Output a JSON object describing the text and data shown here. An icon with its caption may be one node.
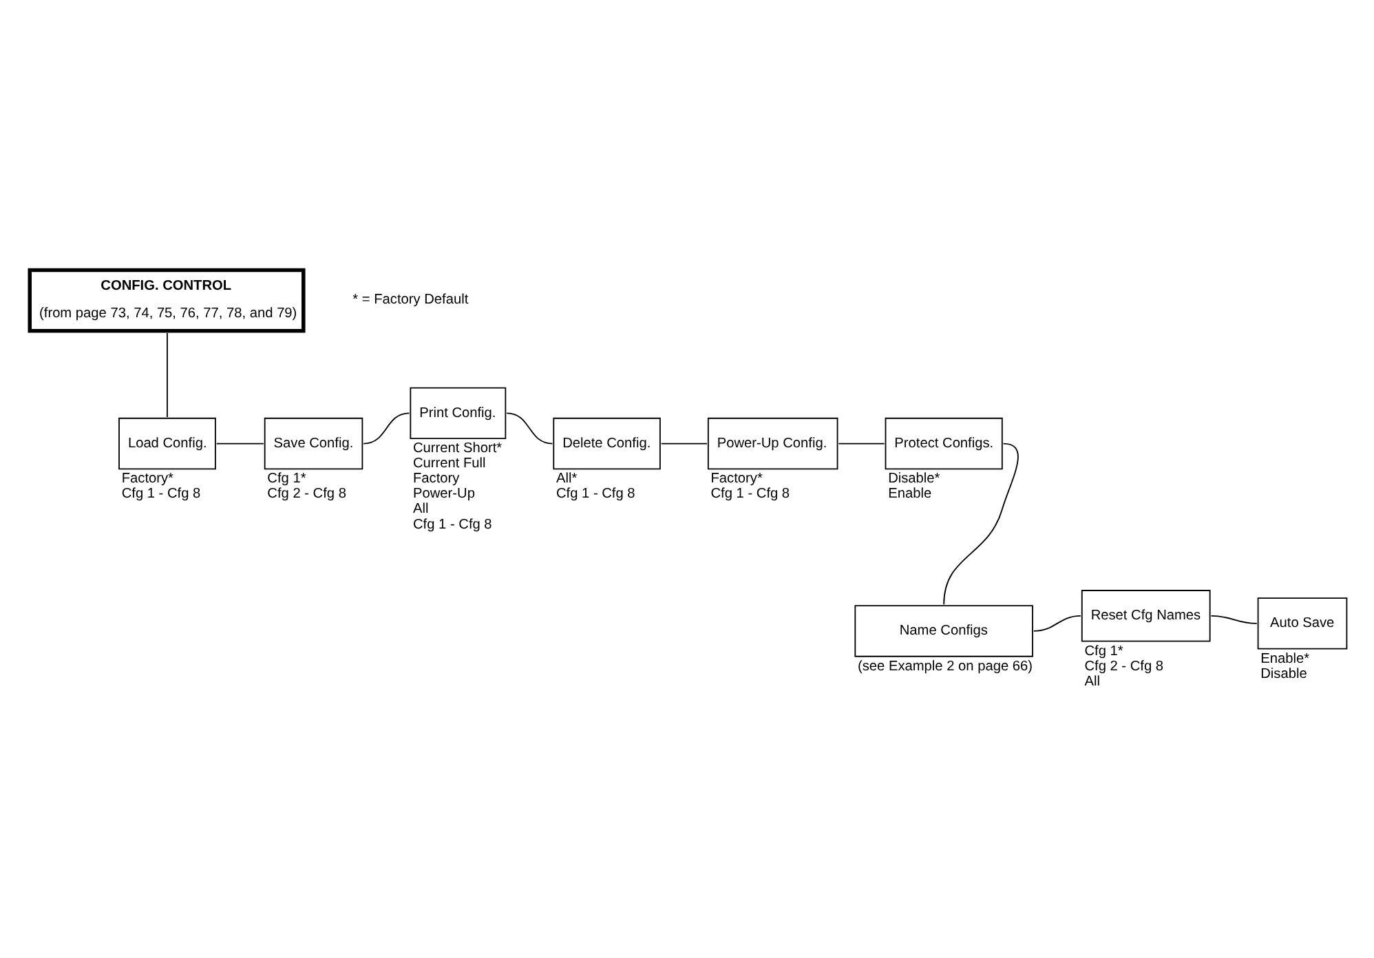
{
  "diagram": {
    "nodes": [
      {
        "text": [
          "CONFIG. CONTROL",
          "(from page 73, 74, 75, 76, 77, 78, and 79)"
        ]
      },
      {
        "text": [
          "Load Config."
        ],
        "beside": [
          "Factory*",
          "Cfg 1 - Cfg 8"
        ]
      },
      {
        "text": [
          "Save Config."
        ],
        "beside": [
          "Cfg 1*",
          "Cfg 2 - Cfg 8"
        ]
      },
      {
        "text": [
          "Print Config."
        ],
        "beside": [
          "Current Short*",
          "Current Full",
          "Factory",
          "Power-Up",
          "All",
          "Cfg 1 - Cfg 8"
        ]
      },
      {
        "text": [
          "Delete Config."
        ],
        "beside": [
          "All*",
          "Cfg 1 - Cfg 8"
        ]
      },
      {
        "text": [
          "Power-Up Config."
        ],
        "beside": [
          "Factory*",
          "Cfg 1 - Cfg 8"
        ]
      },
      {
        "text": [
          "Protect Configs."
        ],
        "beside": [
          "Disable*",
          "Enable"
        ]
      },
      {
        "text": [
          "Name Configs"
        ],
        "beside": [
          "(see Example 2 on page 66)"
        ]
      },
      {
        "text": [
          "Reset Cfg Names"
        ],
        "beside": [
          "Cfg 1*",
          "Cfg 2 - Cfg 8",
          "All"
        ]
      },
      {
        "text": [
          "Auto Save"
        ],
        "beside": [
          "Enable*",
          "Disable"
        ]
      }
    ],
    "edges": [
      {
        "from": 0,
        "to": 1,
        "arrow": "none"
      },
      {
        "from": 1,
        "to": 2,
        "arrow": "none"
      },
      {
        "from": 2,
        "to": 3,
        "arrow": "none"
      },
      {
        "from": 3,
        "to": 4,
        "arrow": "none"
      },
      {
        "from": 4,
        "to": 5,
        "arrow": "none"
      },
      {
        "from": 5,
        "to": 6,
        "arrow": "none"
      },
      {
        "from": 6,
        "to": 7,
        "arrow": "none"
      },
      {
        "from": 7,
        "to": 8,
        "arrow": "none"
      },
      {
        "from": 8,
        "to": 9,
        "arrow": "none"
      }
    ],
    "labels": [
      "* = Factory Default"
    ]
  }
}
